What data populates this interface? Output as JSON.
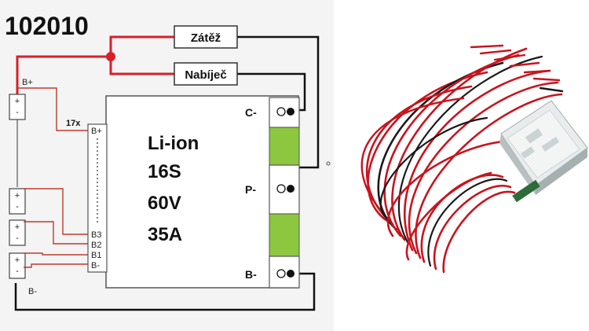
{
  "diagram": {
    "code": "102010",
    "load_label": "Zátěž",
    "charger_label": "Nabíječ",
    "pos_label": "B+",
    "count_label": "17x",
    "battery_plus": "+",
    "battery_minus": "-",
    "chip_terminals": [
      "B+",
      "B3",
      "B2",
      "B1",
      "B-"
    ],
    "bottom_label": "B-",
    "right_terminals": [
      "C-",
      "P-",
      "B-"
    ],
    "specs": [
      "Li-ion",
      "16S",
      "60V",
      "35A"
    ],
    "colors": {
      "red_wire": "#d6202a",
      "black_wire": "#111111",
      "green_pad": "#8dc63f",
      "board_border": "#555555",
      "junction": "#d6202a"
    }
  },
  "product_photo": {
    "subject": "bms-board-with-balance-wires",
    "colors": {
      "red": "#c8141e",
      "black": "#1a1a1a",
      "board": "#e9ecec"
    }
  }
}
